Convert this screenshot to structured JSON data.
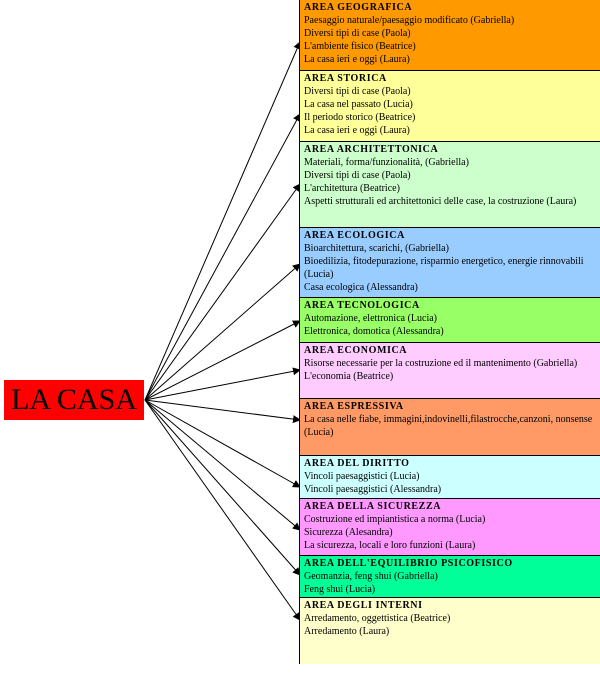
{
  "center_label": "LA CASA",
  "areas": [
    {
      "title": "AREA GEOGRAFICA",
      "color": "#ff9900",
      "lines": [
        "Paesaggio naturale/paesaggio modificato (Gabriella)",
        "Diversi tipi di case (Paola)",
        "L'ambiente fisico (Beatrice)",
        "La casa ieri e oggi (Laura)"
      ]
    },
    {
      "title": "AREA STORICA",
      "color": "#ffff99",
      "lines": [
        "Diversi tipi di case (Paola)",
        "La casa nel passato (Lucia)",
        "Il periodo storico (Beatrice)",
        "La casa ieri e oggi (Laura)"
      ]
    },
    {
      "title": "AREA ARCHITETTONICA",
      "color": "#ccffcc",
      "lines": [
        "Materiali, forma/funzionalità, (Gabriella)",
        "Diversi tipi di case (Paola)",
        "L'architettura (Beatrice)",
        "Aspetti strutturali ed architettonici delle case, la costruzione (Laura)"
      ]
    },
    {
      "title": "AREA ECOLOGICA",
      "color": "#99ccff",
      "lines": [
        "Bioarchitettura, scarichi, (Gabriella)",
        "Bioedilizia, fitodepurazione, risparmio energetico, energie rinnovabili (Lucia)",
        "Casa ecologica (Alessandra)"
      ]
    },
    {
      "title": "AREA TECNOLOGICA",
      "color": "#99ff66",
      "lines": [
        "Automazione, elettronica (Lucia)",
        "Elettronica, domotica (Alessandra)"
      ]
    },
    {
      "title": "AREA ECONOMICA",
      "color": "#ffccff",
      "lines": [
        "Risorse necessarie per la costruzione ed il mantenimento (Gabriella)",
        "L'economia (Beatrice)"
      ]
    },
    {
      "title": "AREA ESPRESSIVA",
      "color": "#ff9966",
      "lines": [
        "La casa nelle fiabe, immagini,indovinelli,filastrocche,canzoni, nonsense (Lucia)"
      ]
    },
    {
      "title": "AREA DEL DIRITTO",
      "color": "#ccffff",
      "lines": [
        "Vincoli paesaggistici (Lucia)",
        "Vincoli paesaggistici (Alessandra)"
      ]
    },
    {
      "title": "AREA DELLA SICUREZZA",
      "color": "#ff99ff",
      "lines": [
        "Costruzione ed impiantistica a norma (Lucia)",
        "Sicurezza (Alesandra)",
        "La sicurezza, locali e loro funzioni (Laura)"
      ]
    },
    {
      "title": "AREA DELL'EQUILIBRIO PSICOFISICO",
      "color": "#00ff99",
      "lines": [
        "Geomanzia, feng shui (Gabriella)",
        "Feng shui (Lucia)"
      ]
    },
    {
      "title": "AREA DEGLI INTERNI",
      "color": "#ffffcc",
      "lines": [
        "Arredamento, oggettistica (Beatrice)",
        "Arredamento (Laura)"
      ]
    }
  ]
}
